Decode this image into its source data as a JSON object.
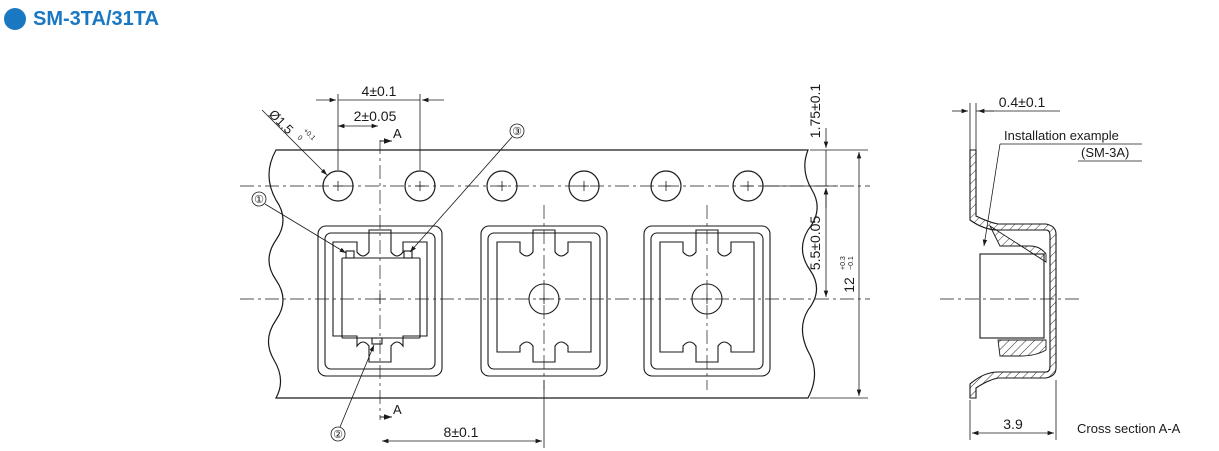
{
  "header": {
    "title": "SM-3TA/31TA",
    "bullet_color": "#1a78c2"
  },
  "dims": {
    "pitch_hole": "4±0.1",
    "half_pitch": "2±0.05",
    "hole_dia": "Ø1.5",
    "hole_tol_upper": "+0.1",
    "hole_tol_lower": "0",
    "section_mark": "A",
    "edge_hole": "1.75±0.1",
    "row_offset": "5.5±0.05",
    "width": "12",
    "width_tol_upper": "+0.3",
    "width_tol_lower": "−0.1",
    "pocket_pitch": "8±0.1",
    "thickness": "0.4±0.1",
    "depth": "3.9"
  },
  "callouts": {
    "c1": "①",
    "c2": "②",
    "c3": "③"
  },
  "section": {
    "install_line1": "Installation example",
    "install_line2": "(SM-3A)",
    "caption": "Cross section A-A"
  }
}
